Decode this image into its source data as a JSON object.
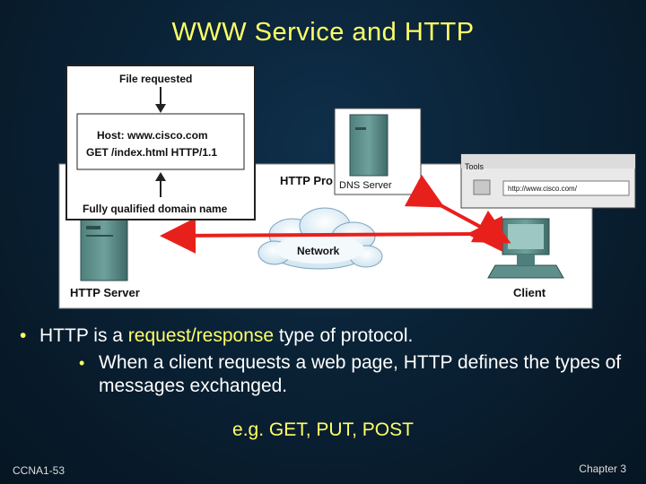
{
  "slide": {
    "title": "WWW Service and HTTP",
    "footer_left": "CCNA1-53",
    "footer_right": "Chapter 3"
  },
  "diagram": {
    "file_requested": "File requested",
    "host_line": "Host: www.cisco.com",
    "get_line": "GET /index.html HTTP/1.1",
    "fqdn": "Fully qualified domain name",
    "http_proto": "HTTP Pro",
    "dns_server": "DNS Server",
    "network": "Network",
    "http_server": "HTTP Server",
    "client": "Client",
    "browser_tools": "Tools",
    "browser_url": "http://www.cisco.com/",
    "colors": {
      "arrow": "#e8201c",
      "callout_border": "#222222",
      "panel_bg": "#ffffff"
    }
  },
  "bullets": {
    "b1_prefix": "HTTP is a ",
    "b1_highlight": "request/response",
    "b1_suffix": " type of protocol.",
    "b2": "When a client requests a web page, HTTP defines the types of messages exchanged.",
    "example": "e.g. GET, PUT, POST"
  }
}
